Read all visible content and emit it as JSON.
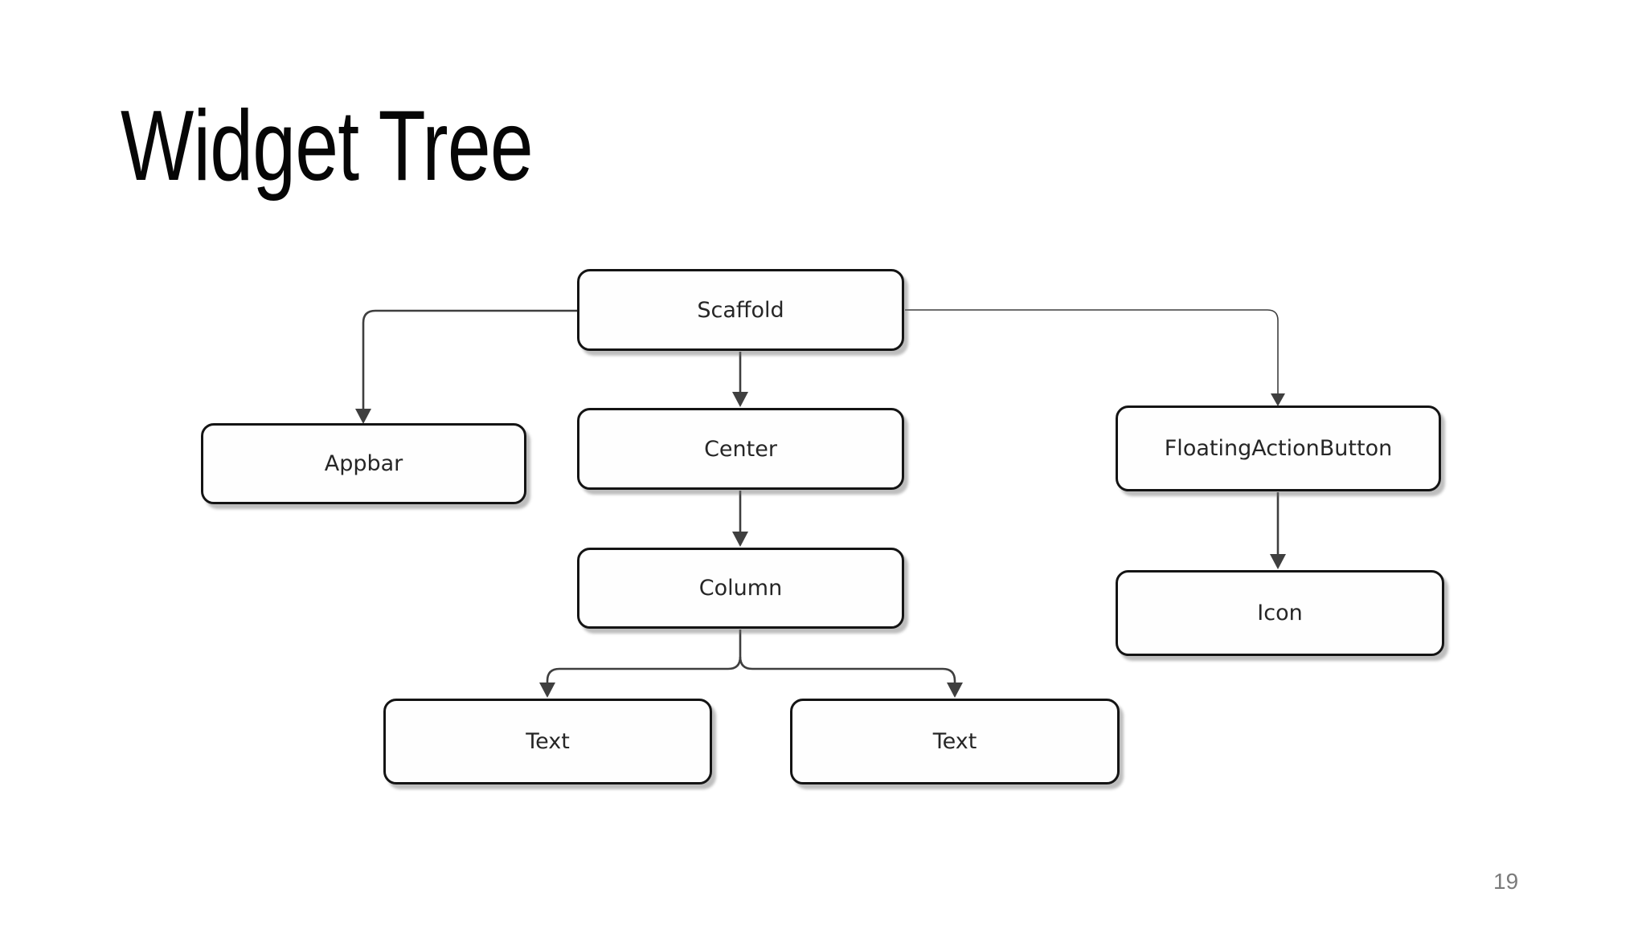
{
  "slide": {
    "title": "Widget Tree",
    "page_number": "19"
  },
  "diagram": {
    "nodes": [
      {
        "id": "scaffold",
        "label": "Scaffold"
      },
      {
        "id": "appbar",
        "label": "Appbar"
      },
      {
        "id": "center",
        "label": "Center"
      },
      {
        "id": "column",
        "label": "Column"
      },
      {
        "id": "text-1",
        "label": "Text"
      },
      {
        "id": "text-2",
        "label": "Text"
      },
      {
        "id": "floating-action-button",
        "label": "FloatingActionButton"
      },
      {
        "id": "icon",
        "label": "Icon"
      }
    ],
    "edges": [
      {
        "from": "Scaffold",
        "to": "Appbar"
      },
      {
        "from": "Scaffold",
        "to": "Center"
      },
      {
        "from": "Scaffold",
        "to": "FloatingActionButton"
      },
      {
        "from": "Center",
        "to": "Column"
      },
      {
        "from": "Column",
        "to": "Text (left)"
      },
      {
        "from": "Column",
        "to": "Text (right)"
      },
      {
        "from": "FloatingActionButton",
        "to": "Icon"
      }
    ],
    "colors": {
      "box_border": "#141414",
      "box_fill": "#fefefe",
      "connector": "#3f3f3f",
      "label_text": "#262626",
      "title_text": "#060606",
      "page_number": "#7b7b7b"
    }
  }
}
